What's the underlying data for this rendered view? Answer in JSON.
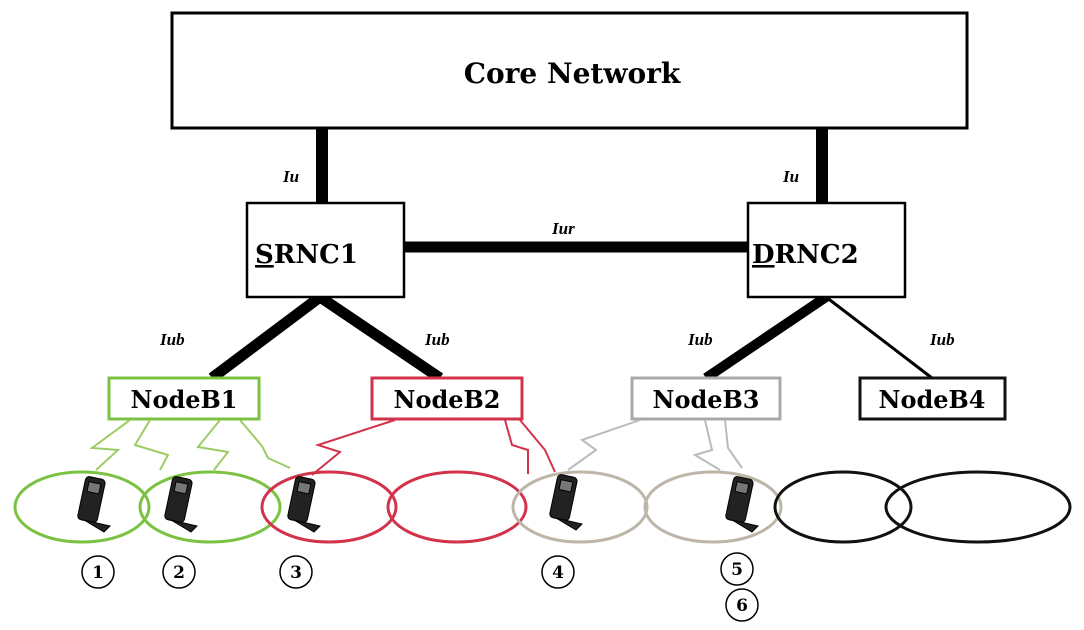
{
  "core": {
    "label": "Core Network"
  },
  "rnc": [
    {
      "label": "SRNC1",
      "prefix": "S",
      "rest": "RNC1"
    },
    {
      "label": "DRNC2",
      "prefix": "D",
      "rest": "RNC2"
    }
  ],
  "interfaces": {
    "iu_left": "Iu",
    "iu_right": "Iu",
    "iur": "Iur",
    "iub": [
      "Iub",
      "Iub",
      "Iub",
      "Iub"
    ]
  },
  "nodeb": [
    {
      "label": "NodeB1",
      "color": "#7cc242"
    },
    {
      "label": "NodeB2",
      "color": "#d2334a"
    },
    {
      "label": "NodeB3",
      "color": "#a9a9a9"
    },
    {
      "label": "NodeB4",
      "color": "#111111"
    }
  ],
  "cell_colors": [
    "#7cc242",
    "#7cc242",
    "#d2334a",
    "#d2334a",
    "#bdb6a8",
    "#bdb6a8",
    "#111111",
    "#111111"
  ],
  "positions": [
    "1",
    "2",
    "3",
    "4",
    "5",
    "6"
  ]
}
